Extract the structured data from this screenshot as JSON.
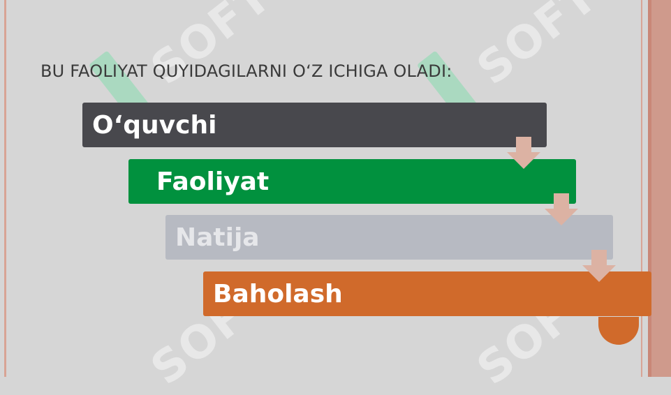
{
  "slide": {
    "heading": "BU FAOLIYAT QUYIDAGILARNI O‘Z ICHIGA OLADI:"
  },
  "steps": [
    {
      "label": "O‘quvchi",
      "color": "#48484d"
    },
    {
      "label": "Faoliyat",
      "color": "#01913e"
    },
    {
      "label": "Natija",
      "color": "#b7bac2"
    },
    {
      "label": "Baholash",
      "color": "#d06a2b"
    }
  ],
  "watermark": {
    "text": "SOFT"
  },
  "colors": {
    "background": "#d6d6d6",
    "frame": "#cf9a8c",
    "arrow": "#dcb2a3"
  }
}
